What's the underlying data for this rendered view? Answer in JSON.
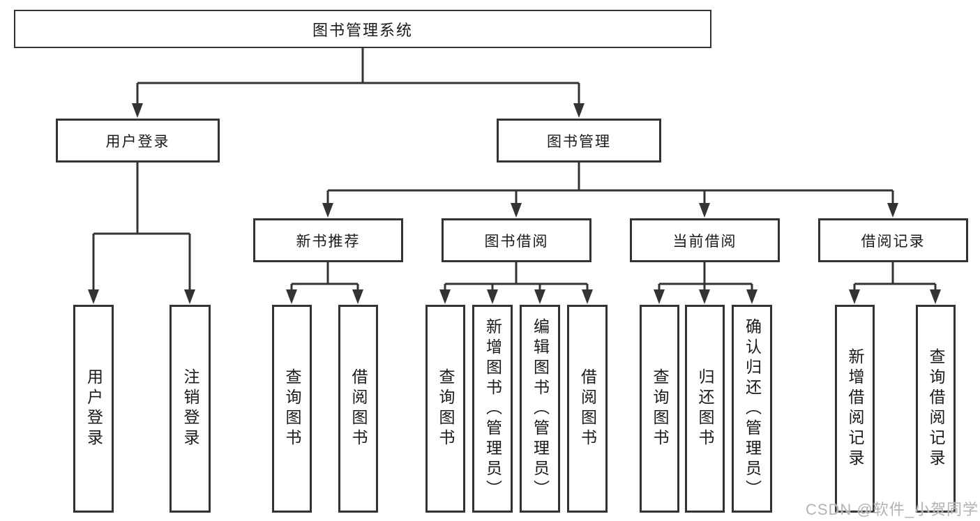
{
  "diagram": {
    "root": {
      "label": "图书管理系统"
    },
    "branches": [
      {
        "label": "用户登录",
        "children": [
          {
            "label": "用户登录"
          },
          {
            "label": "注销登录"
          }
        ]
      },
      {
        "label": "图书管理",
        "children": [
          {
            "label": "新书推荐",
            "children": [
              {
                "label": "查询图书"
              },
              {
                "label": "借阅图书"
              }
            ]
          },
          {
            "label": "图书借阅",
            "children": [
              {
                "label": "查询图书"
              },
              {
                "label": "新增图书（管理员）"
              },
              {
                "label": "编辑图书（管理员）"
              },
              {
                "label": "借阅图书"
              }
            ]
          },
          {
            "label": "当前借阅",
            "children": [
              {
                "label": "查询图书"
              },
              {
                "label": "归还图书"
              },
              {
                "label": "确认归还（管理员）"
              }
            ]
          },
          {
            "label": "借阅记录",
            "children": [
              {
                "label": "新增借阅记录"
              },
              {
                "label": "查询借阅记录"
              }
            ]
          }
        ]
      }
    ]
  },
  "watermark": {
    "text": "CSDN @软件_小贺同学"
  },
  "colors": {
    "line": "#333333",
    "box_border": "#333333",
    "text": "#1a1a1a",
    "watermark": "#b3b3b3",
    "background": "#ffffff"
  }
}
